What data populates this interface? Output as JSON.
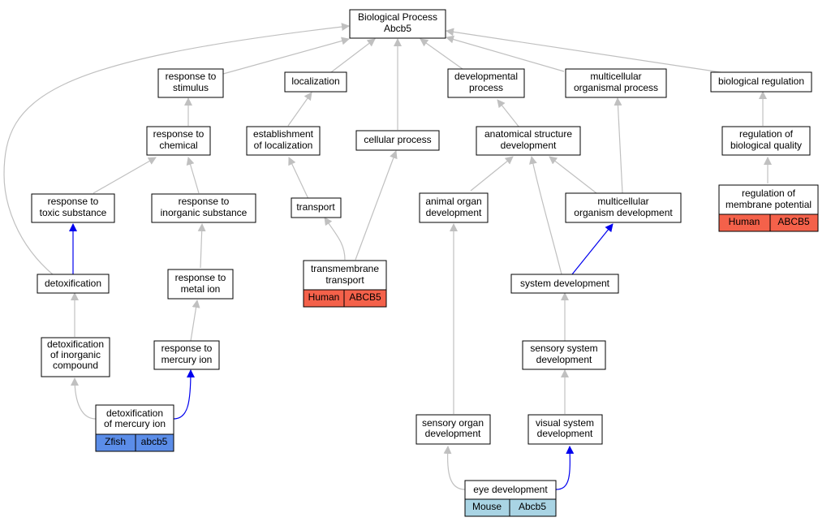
{
  "diagram": {
    "root_title": "Biological Process",
    "root_gene": "Abcb5",
    "colors": {
      "gray_edge": "#c0c0c0",
      "blue_edge": "#0000ee",
      "human": "#f4614a",
      "zfish": "#5b8de8",
      "mouse": "#a9d4e4"
    },
    "nodes": {
      "root": [
        "Biological Process",
        "Abcb5"
      ],
      "response_stimulus": [
        "response to",
        "stimulus"
      ],
      "localization": [
        "localization"
      ],
      "developmental": [
        "developmental",
        "process"
      ],
      "multicellular_process": [
        "multicellular",
        "organismal process"
      ],
      "biological_regulation": [
        "biological regulation"
      ],
      "response_chemical": [
        "response to",
        "chemical"
      ],
      "establishment": [
        "establishment",
        "of localization"
      ],
      "cellular_process": [
        "cellular process"
      ],
      "anatomical": [
        "anatomical structure",
        "development"
      ],
      "regulation_quality": [
        "regulation of",
        "biological quality"
      ],
      "toxic": [
        "response to",
        "toxic substance"
      ],
      "inorganic": [
        "response to",
        "inorganic substance"
      ],
      "transport": [
        "transport"
      ],
      "animal_organ": [
        "animal organ",
        "development"
      ],
      "multicellular_dev": [
        "multicellular",
        "organism development"
      ],
      "membrane_potential": [
        "regulation of",
        "membrane potential"
      ],
      "detoxification": [
        "detoxification"
      ],
      "metal_ion": [
        "response to",
        "metal ion"
      ],
      "transmembrane": [
        "transmembrane",
        "transport"
      ],
      "system_dev": [
        "system development"
      ],
      "detox_inorganic": [
        "detoxification",
        "of inorganic",
        "compound"
      ],
      "mercury_ion": [
        "response to",
        "mercury ion"
      ],
      "sensory_system": [
        "sensory system",
        "development"
      ],
      "detox_mercury": [
        "detoxification",
        "of mercury ion"
      ],
      "sensory_organ": [
        "sensory organ",
        "development"
      ],
      "visual_system": [
        "visual system",
        "development"
      ],
      "eye_dev": [
        "eye development"
      ]
    },
    "annotations": {
      "membrane_potential": [
        "Human",
        "ABCB5"
      ],
      "transmembrane": [
        "Human",
        "ABCB5"
      ],
      "detox_mercury": [
        "Zfish",
        "abcb5"
      ],
      "eye_dev": [
        "Mouse",
        "Abcb5"
      ]
    }
  }
}
